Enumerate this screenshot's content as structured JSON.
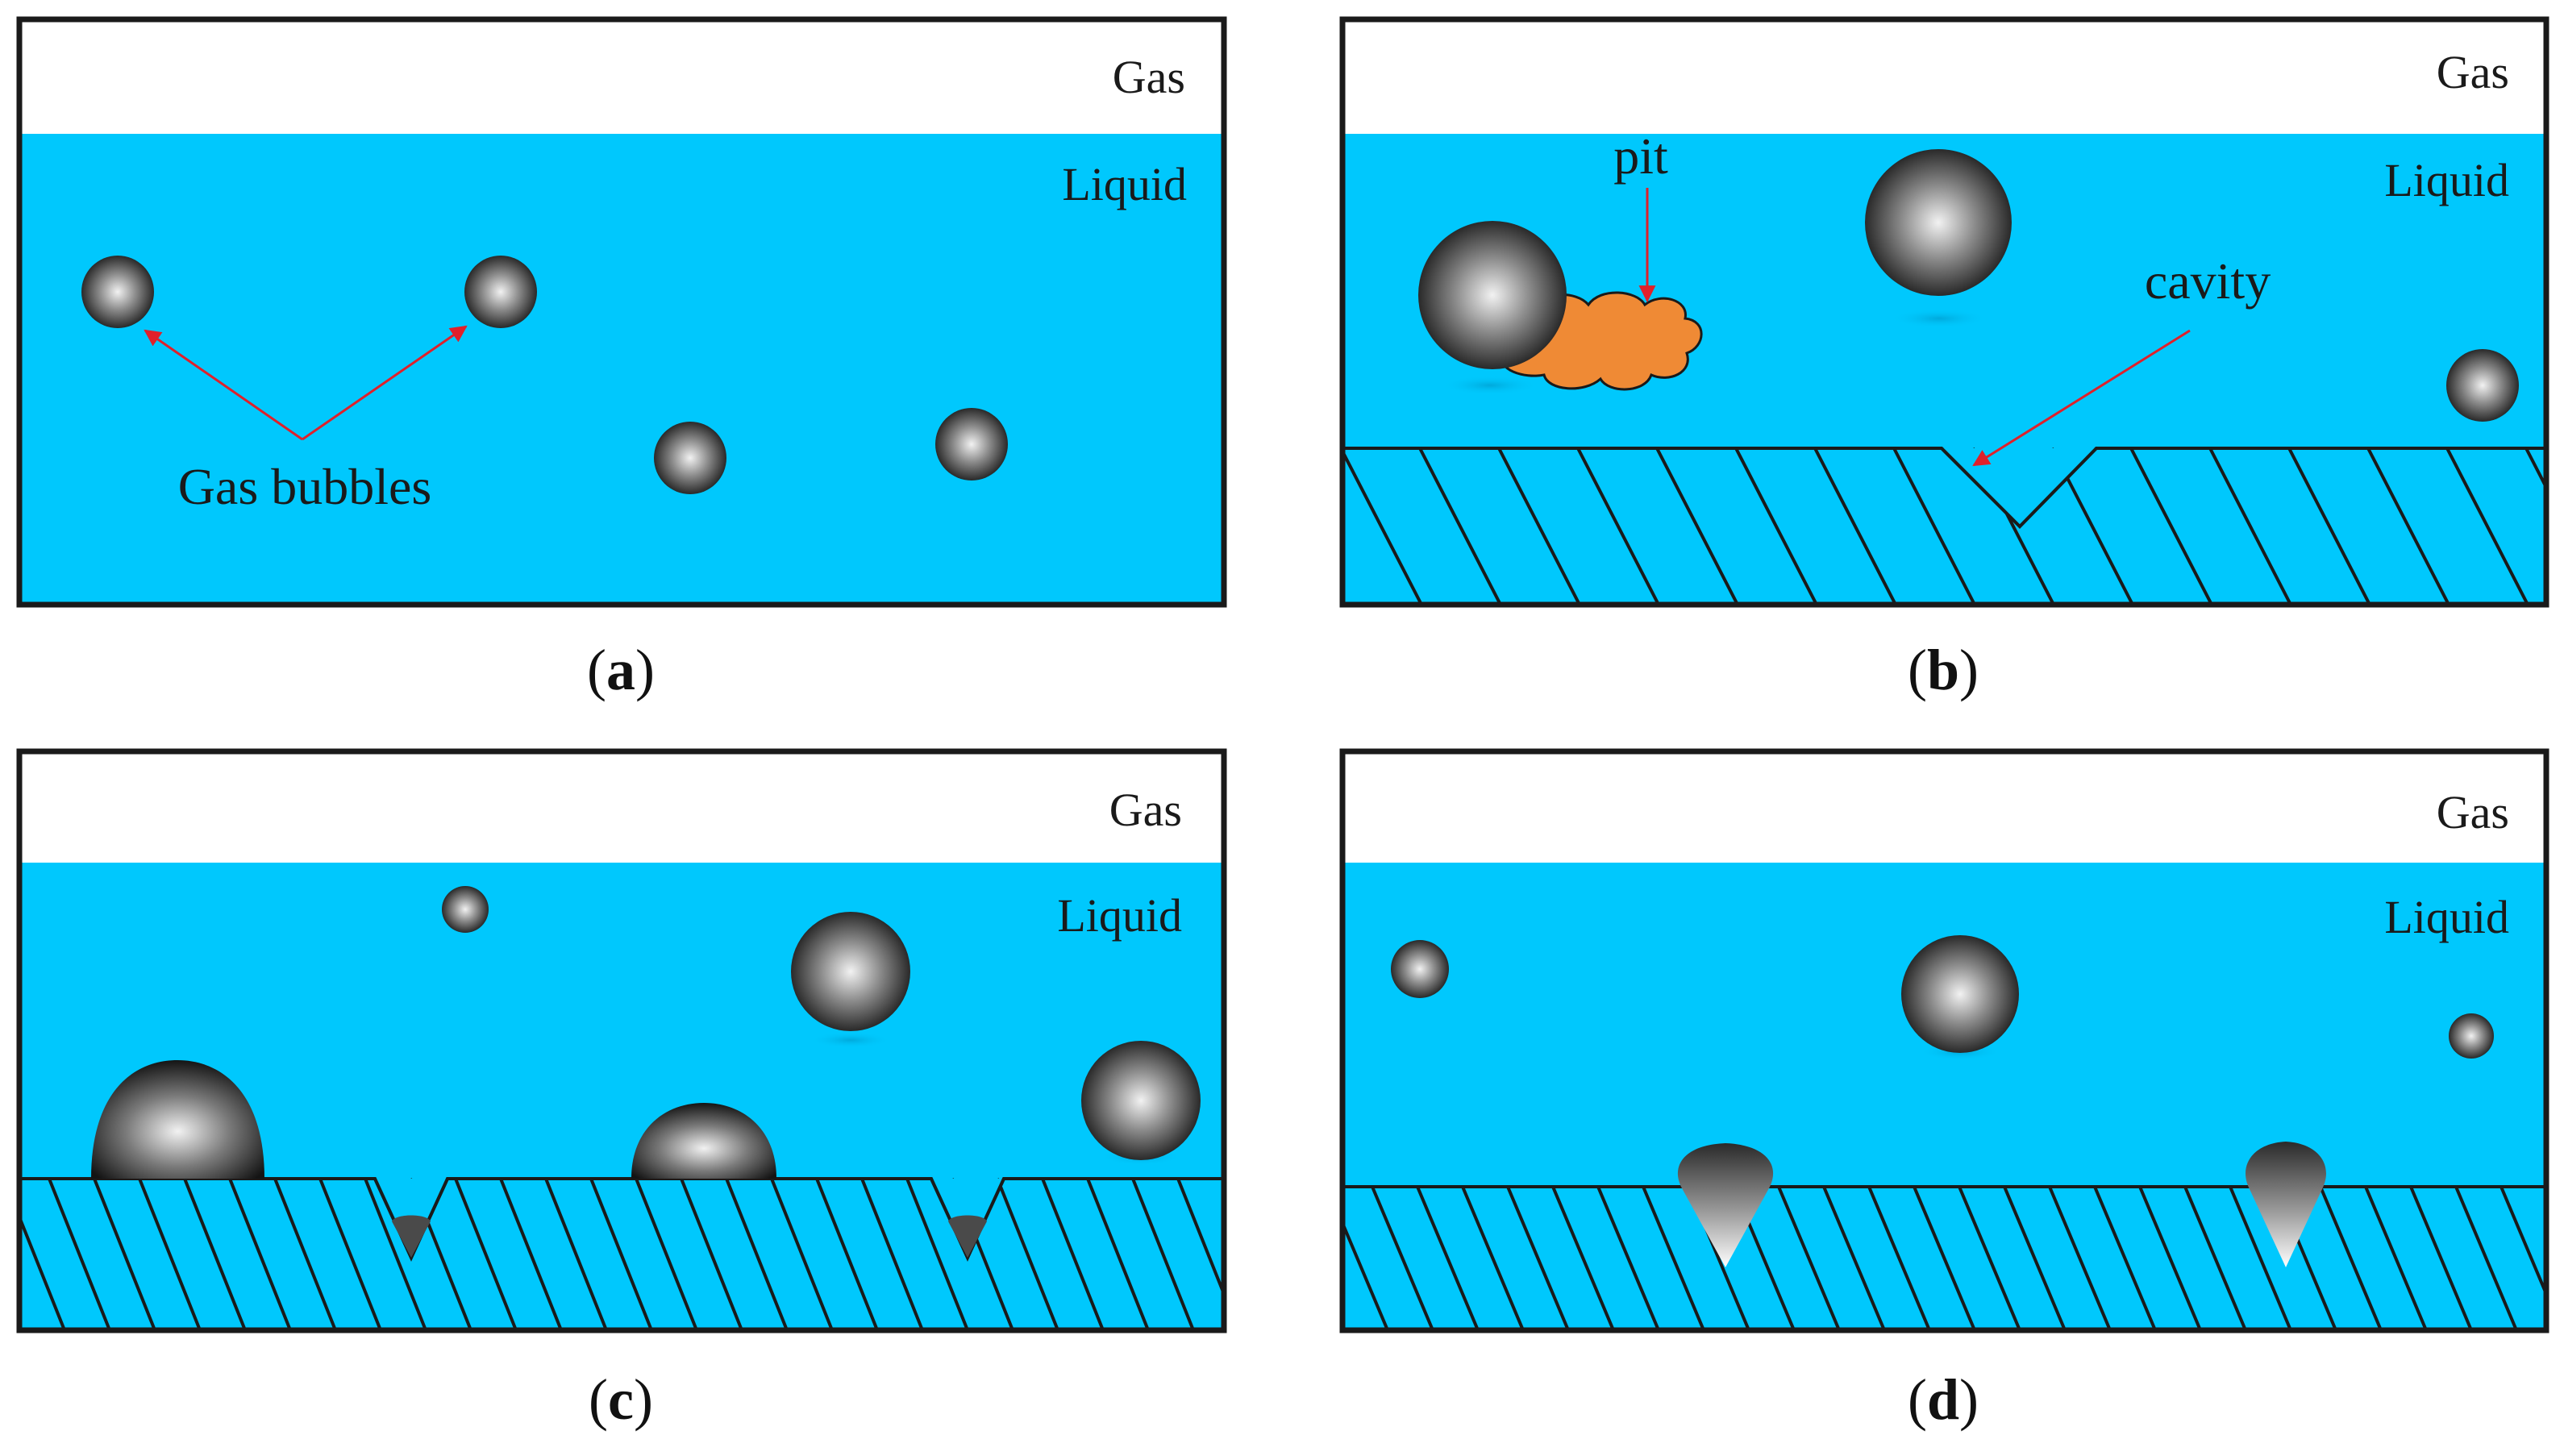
{
  "panels": {
    "a": {
      "caption": "a",
      "gas_label": "Gas",
      "liquid_label": "Liquid",
      "bubbles_label": "Gas bubbles"
    },
    "b": {
      "caption": "b",
      "gas_label": "Gas",
      "liquid_label": "Liquid",
      "pit_label": "pit",
      "cavity_label": "cavity"
    },
    "c": {
      "caption": "c",
      "gas_label": "Gas",
      "liquid_label": "Liquid"
    },
    "d": {
      "caption": "d",
      "gas_label": "Gas",
      "liquid_label": "Liquid"
    }
  },
  "colors": {
    "liquid": "#00c8fd",
    "gas": "#ffffff",
    "frame": "#1a1a1a",
    "arrow": "#e0202a",
    "pit": "#ef8a35",
    "bubble_dark": "#1c1c1c",
    "bubble_light": "#f2f2f2"
  }
}
